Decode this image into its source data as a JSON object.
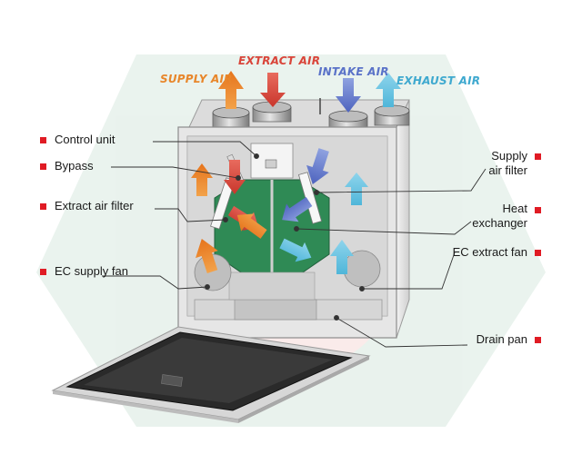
{
  "airflow_labels": {
    "supply_air": "SUPPLY AIR",
    "extract_air": "EXTRACT AIR",
    "intake_air": "INTAKE AIR",
    "exhaust_air": "EXHAUST AIR"
  },
  "callouts_left": {
    "control_unit": "Control unit",
    "bypass": "Bypass",
    "extract_air_filter": "Extract air filter",
    "ec_supply_fan": "EC supply fan"
  },
  "callouts_right": {
    "supply_air_filter_line1": "Supply",
    "supply_air_filter_line2": "air filter",
    "heat_exchanger_line1": "Heat",
    "heat_exchanger_line2": "exchanger",
    "ec_extract_fan": "EC extract fan",
    "drain_pan": "Drain pan"
  },
  "colors": {
    "supply": "#e8862a",
    "extract": "#d9453a",
    "intake": "#5a72c8",
    "exhaust": "#3fa9cf",
    "marker": "#e01b24",
    "heat_exchanger": "#2f8a55",
    "housing": "#e6e6e6"
  }
}
